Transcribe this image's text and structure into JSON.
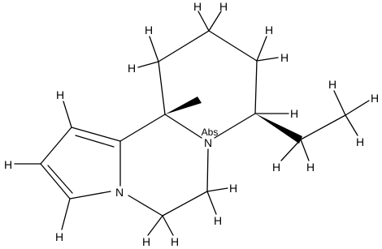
{
  "diagram": {
    "type": "chemical-structure",
    "atoms": {
      "hydrogen": "H",
      "nitrogen": "N"
    },
    "stereo_label": "Abs"
  }
}
